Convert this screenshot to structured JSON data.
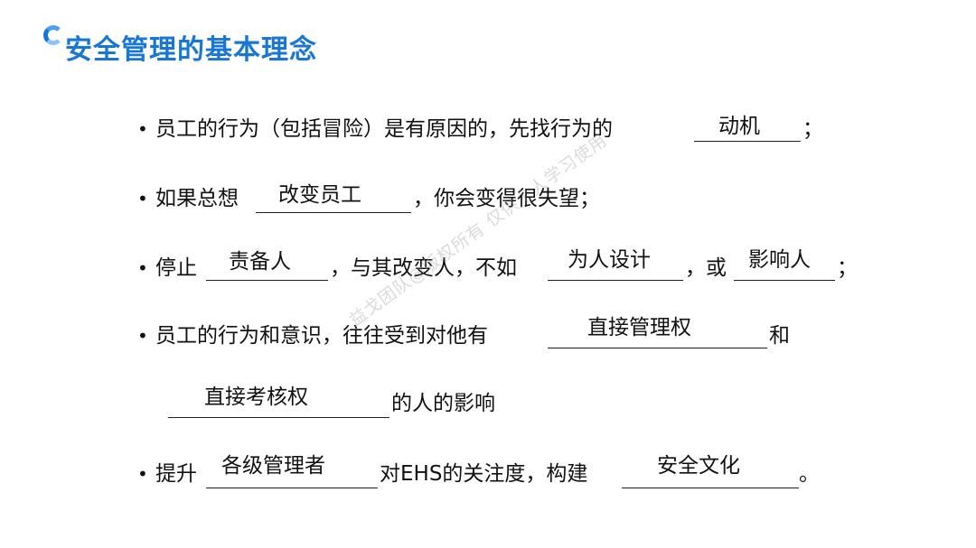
{
  "slide": {
    "title": "安全管理的基本理念",
    "title_color": "#1877d6",
    "watermark": "益戈团队@版权所有 仅供个人学习使用"
  },
  "items": [
    {
      "bullet": "•",
      "parts": [
        "员工的行为（包括冒险）是有原因的，先找行为的",
        "；"
      ],
      "answers": [
        "动机"
      ]
    },
    {
      "bullet": "•",
      "parts": [
        "如果总想",
        "，你会变得很失望；"
      ],
      "answers": [
        "改变员工"
      ]
    },
    {
      "bullet": "•",
      "parts": [
        "停止",
        "，与其改变人，不如",
        "，或",
        "；"
      ],
      "answers": [
        "责备人",
        "为人设计",
        "影响人"
      ]
    },
    {
      "bullet": "•",
      "parts": [
        "员工的行为和意识，往往受到对他有",
        "和",
        "的人的影响"
      ],
      "answers": [
        "直接管理权",
        "直接考核权"
      ]
    },
    {
      "bullet": "•",
      "parts": [
        "提升",
        "对EHS的关注度，构建",
        "。"
      ],
      "answers": [
        "各级管理者",
        "安全文化"
      ]
    }
  ]
}
